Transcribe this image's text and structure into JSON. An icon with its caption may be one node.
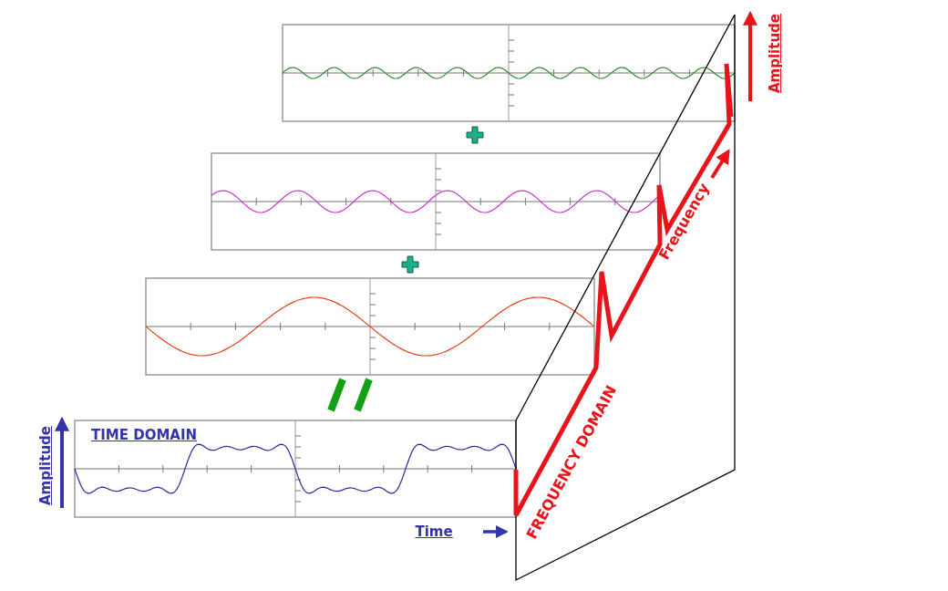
{
  "diagram": {
    "labels": [
      "Amplitude",
      "Frequency",
      "FREQUENCY DOMAIN",
      "Amplitude",
      "TIME DOMAIN",
      "Time"
    ]
  }
}
